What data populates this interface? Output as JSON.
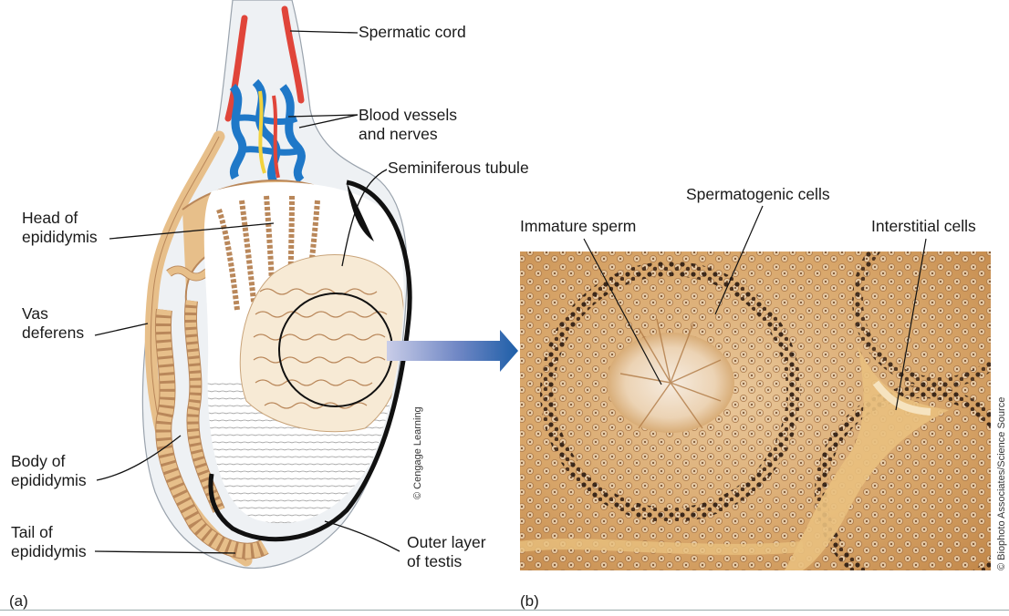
{
  "panel_a": {
    "letter": "(a)",
    "credit": "© Cengage Learning",
    "labels": {
      "spermatic_cord": "Spermatic cord",
      "blood_vessels": "Blood vessels\nand nerves",
      "seminiferous_tubule": "Seminiferous tubule",
      "head_epididymis": "Head of\nepididymis",
      "vas_deferens": "Vas\ndeferens",
      "body_epididymis": "Body of\nepididymis",
      "tail_epididymis": "Tail of\nepididymis",
      "outer_layer": "Outer layer\nof testis"
    }
  },
  "panel_b": {
    "letter": "(b)",
    "credit": "© Biophoto Associates/Science Source",
    "labels": {
      "spermatogenic_cells": "Spermatogenic cells",
      "immature_sperm": "Immature sperm",
      "interstitial_cells": "Interstitial cells"
    }
  },
  "colors": {
    "tubule_tan": "#e7bf8a",
    "vein_blue": "#1f78c8",
    "artery_red": "#e0453a",
    "nerve_yellow": "#f2d23c",
    "arrow_blue": "#1e5fa8",
    "micrograph_bg": "#d6a062"
  }
}
